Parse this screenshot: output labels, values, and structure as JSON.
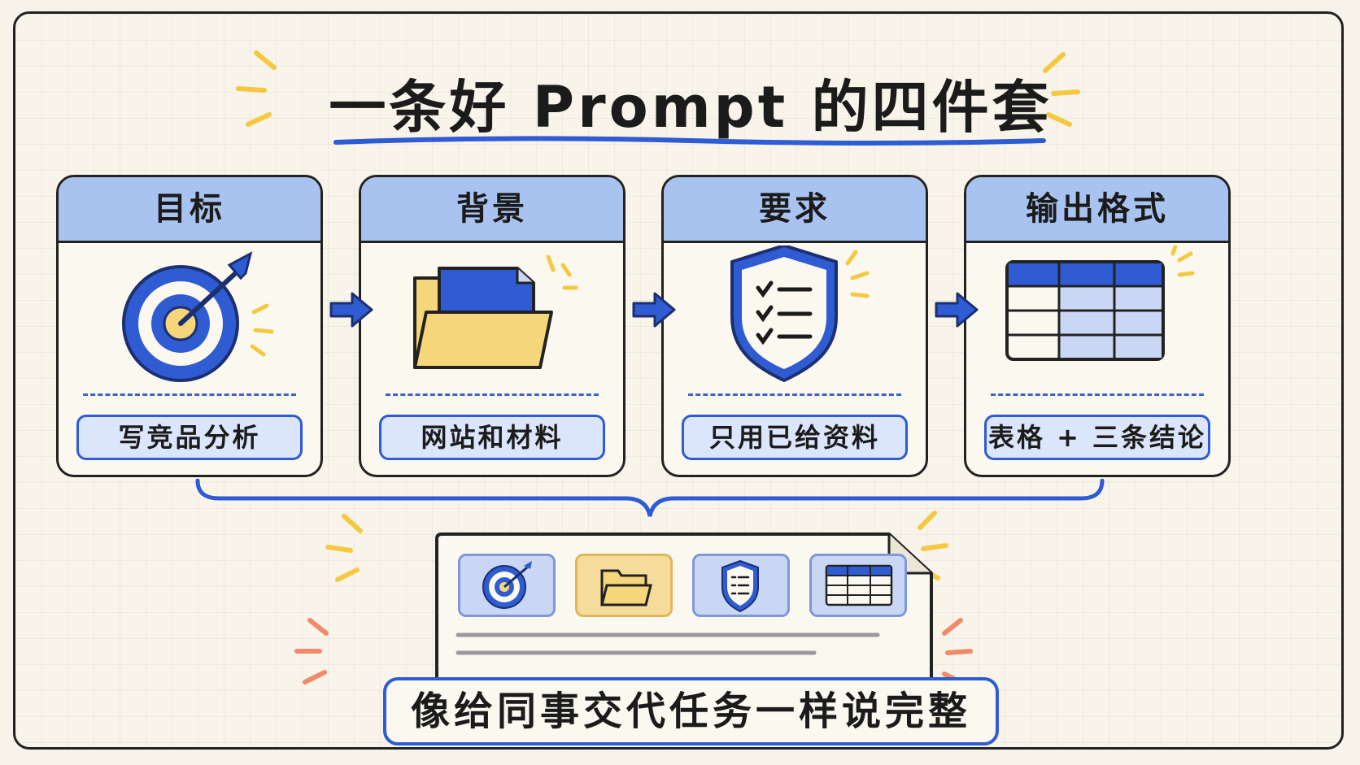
{
  "title": "一条好 Prompt 的四件套",
  "cards": [
    {
      "heading": "目标",
      "tag": "写竞品分析",
      "icon": "target-icon"
    },
    {
      "heading": "背景",
      "tag": "网站和材料",
      "icon": "folder-icon"
    },
    {
      "heading": "要求",
      "tag": "只用已给资料",
      "icon": "shield-checklist-icon"
    },
    {
      "heading": "输出格式",
      "tag": "表格 + 三条结论",
      "icon": "table-icon"
    }
  ],
  "summary": "像给同事交代任务一样说完整",
  "colors": {
    "accent_blue": "#2f5bd3",
    "header_blue": "#a9c3f0",
    "folder_yellow": "#f6d67a",
    "spark_yellow": "#f5c842",
    "spark_orange": "#f08a6a",
    "background": "#f8f4ea"
  }
}
